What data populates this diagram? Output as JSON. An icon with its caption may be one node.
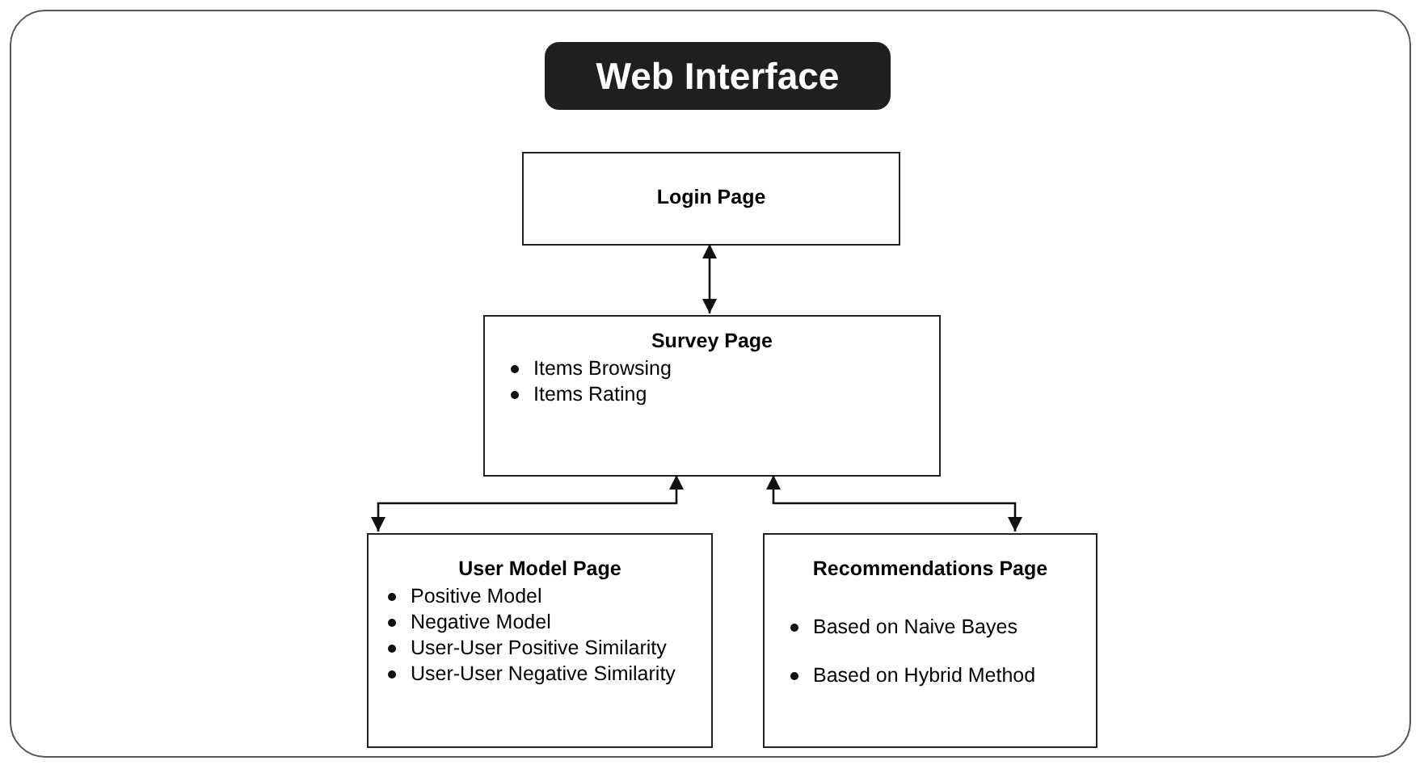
{
  "diagram": {
    "nodes": [
      {
        "text": [
          "Web Interface"
        ]
      },
      {
        "text": [
          "Login Page"
        ],
        "in": 0
      },
      {
        "text": [
          "Survey Page",
          "Items Browsing",
          "Items Rating"
        ],
        "in": 0
      },
      {
        "text": [
          "User Model Page",
          "Positive Model",
          "Negative Model",
          "User-User Positive Similarity",
          "User-User Negative Similarity"
        ],
        "in": 0
      },
      {
        "text": [
          "Recommendations Page",
          "Based on Naive Bayes",
          "Based on Hybrid Method"
        ],
        "in": 0
      }
    ],
    "edges": [
      {
        "from": 1,
        "to": 2,
        "arrow": "both"
      },
      {
        "from": 2,
        "to": 3,
        "arrow": "both"
      },
      {
        "from": 2,
        "to": 4,
        "arrow": "both"
      }
    ]
  }
}
